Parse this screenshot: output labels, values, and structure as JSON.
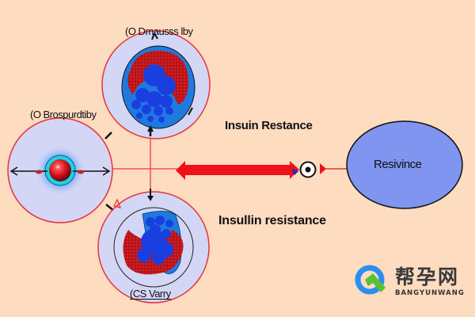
{
  "diagram": {
    "title": "Insulin resistance cell diagram",
    "background_color": "#fddcc0",
    "nodes": {
      "top_cell": {
        "label": "(O Dmausss lby"
      },
      "left_cell": {
        "label": "(O Brospurdtiby"
      },
      "bottom_cell": {
        "label": "(CS Varry"
      },
      "ellipse": {
        "label": "Resivince",
        "fill_color": "#7f95f0"
      }
    },
    "annotations": {
      "upper": "Insuin Restance",
      "lower": "Insullin resistance"
    },
    "colors": {
      "cell_outline": "#e8333a",
      "cell_fill": "#d3d6f5",
      "arrow_red": "#ee1118",
      "nucleus_red": "#b01818",
      "nucleus_blue": "#1a3fe0"
    }
  },
  "watermark": {
    "brand_cn": "帮孕网",
    "brand_en": "BANGYUNWANG"
  }
}
